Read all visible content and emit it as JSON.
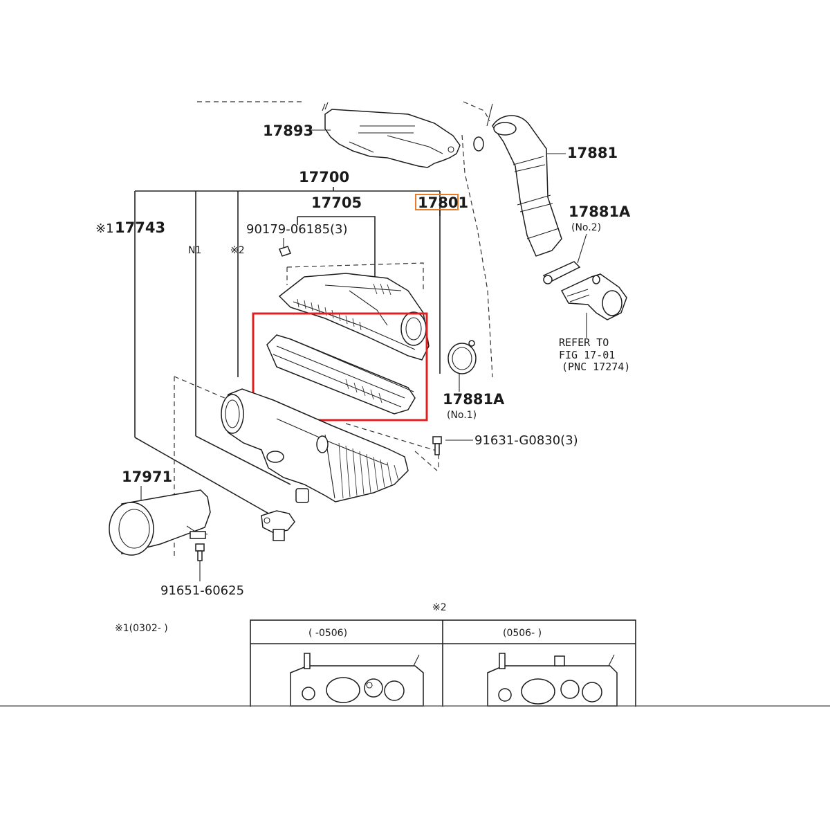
{
  "labels": {
    "p17893": "17893",
    "p17881": "17881",
    "p17700": "17700",
    "p17705": "17705",
    "p17801": "17801",
    "p17743": "17743",
    "p17743_mark": "※1",
    "p90179": "90179-06185(3)",
    "n1": "N1",
    "mark2": "※2",
    "p17881A_top": "17881A",
    "p17881A_top_note": "(No.2)",
    "refer_line1": "REFER TO",
    "refer_line2": "FIG 17-01",
    "refer_line3": "(PNC 17274)",
    "p17881A_bottom": "17881A",
    "p17881A_bottom_note": "(No.1)",
    "p91631": "91631-G0830(3)",
    "p17971": "17971",
    "p91651": "91651-60625",
    "range_note": "※1(0302-      )",
    "inset_mark": "※2",
    "inset_left_header": "(      -0506)",
    "inset_right_header": "(0506-      )"
  },
  "colors": {
    "highlight_box": "#e02020",
    "highlight_label_border": "#e87a2a",
    "line": "#222222"
  }
}
